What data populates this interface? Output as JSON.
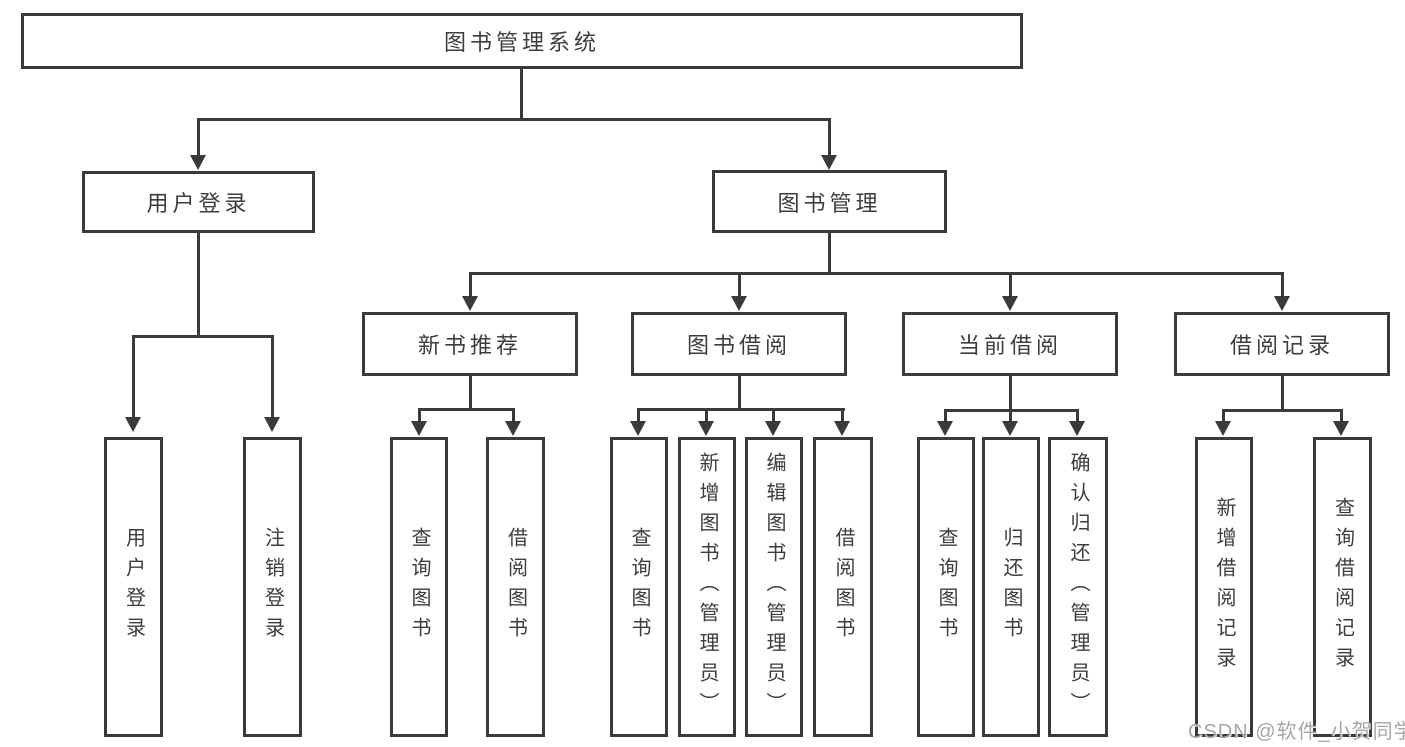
{
  "watermark": "CSDN @软件_小贺同学",
  "colors": {
    "line": "#3a3a3a",
    "text": "#3d3d3d",
    "background": "#ffffff",
    "watermark": "#a6a6a6"
  },
  "nodes": {
    "root": "图书管理系统",
    "level2": [
      "用户登录",
      "图书管理"
    ],
    "level3": [
      "新书推荐",
      "图书借阅",
      "当前借阅",
      "借阅记录"
    ],
    "leaves": {
      "user_login": [
        "用户登录",
        "注销登录"
      ],
      "new_books": [
        "查询图书",
        "借阅图书"
      ],
      "book_borrow": [
        "查询图书",
        "新增图书（管理员）",
        "编辑图书（管理员）",
        "借阅图书"
      ],
      "current_borrow": [
        "查询图书",
        "归还图书",
        "确认归还（管理员）"
      ],
      "borrow_records": [
        "新增借阅记录",
        "查询借阅记录"
      ]
    }
  }
}
